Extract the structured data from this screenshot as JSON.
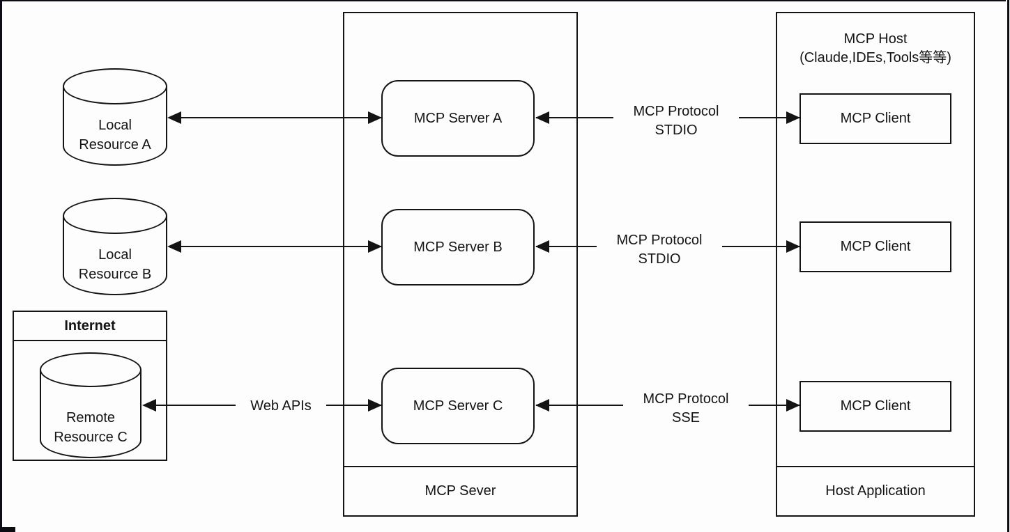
{
  "colors": {
    "stroke": "#141414",
    "background": "#fdfdfd"
  },
  "resources": {
    "local_a": {
      "line1": "Local",
      "line2": "Resource A"
    },
    "local_b": {
      "line1": "Local",
      "line2": "Resource B"
    },
    "internet": {
      "title": "Internet",
      "remote_c": {
        "line1": "Remote",
        "line2": "Resource C"
      }
    }
  },
  "server_container": {
    "footer_label": "MCP Sever",
    "servers": [
      "MCP Server A",
      "MCP Server B",
      "MCP Server C"
    ]
  },
  "host_container": {
    "title_line1": "MCP Host",
    "title_line2": "(Claude,IDEs,Tools等等)",
    "footer_label": "Host Application",
    "clients": [
      "MCP Client",
      "MCP Client",
      "MCP Client"
    ]
  },
  "connections": {
    "row_a": {
      "line1": "MCP Protocol",
      "line2": "STDIO"
    },
    "row_b": {
      "line1": "MCP Protocol",
      "line2": "STDIO"
    },
    "row_c": {
      "line1": "MCP Protocol",
      "line2": "SSE"
    },
    "web_apis": "Web APIs"
  }
}
